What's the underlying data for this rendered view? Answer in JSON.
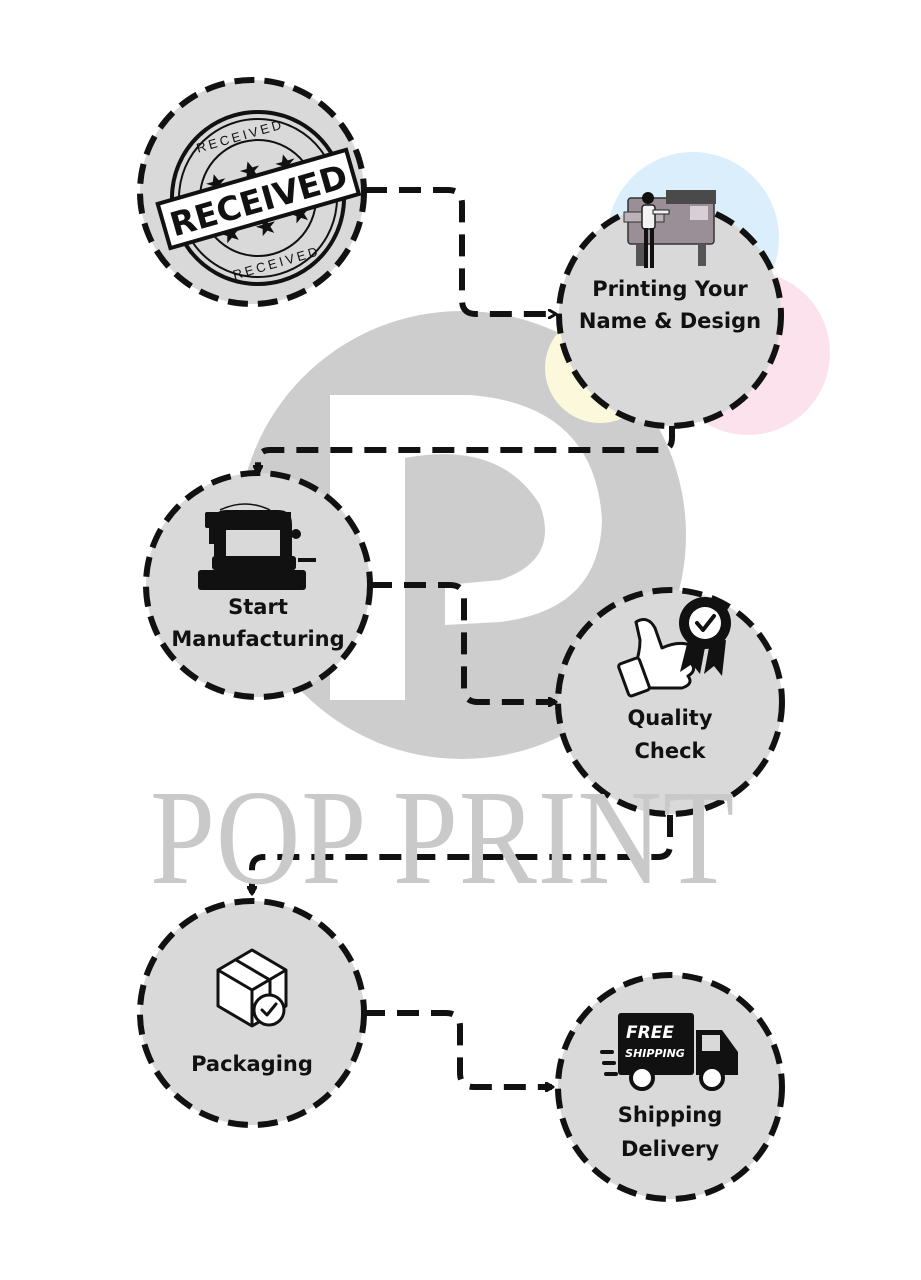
{
  "watermark": {
    "brand_text": "POP PRINT",
    "color": "#c9c9c9"
  },
  "colors": {
    "circle_fill": "#d9d9d9",
    "stroke": "#111111",
    "accent_blue": "#dbeefb",
    "accent_pink": "#fbe2ec"
  },
  "steps": [
    {
      "id": "received",
      "icon": "received-stamp-icon",
      "label_lines": [],
      "stamp": {
        "banner_text": "RECEIVED",
        "ring_text_top": "RECEIVED",
        "ring_text_bottom": "RECEIVED"
      }
    },
    {
      "id": "printing",
      "icon": "printing-machine-icon",
      "label_lines": [
        "Printing Your",
        "Name & Design"
      ]
    },
    {
      "id": "manufacturing",
      "icon": "sewing-machine-icon",
      "label_lines": [
        "Start",
        "Manufacturing"
      ]
    },
    {
      "id": "quality",
      "icon": "thumbs-up-badge-icon",
      "label_lines": [
        "Quality",
        "Check"
      ]
    },
    {
      "id": "packaging",
      "icon": "box-check-icon",
      "label_lines": [
        "Packaging"
      ]
    },
    {
      "id": "shipping",
      "icon": "delivery-truck-icon",
      "label_lines": [
        "Shipping",
        "Delivery"
      ],
      "truck": {
        "line1": "FREE",
        "line2": "SHIPPING"
      }
    }
  ]
}
